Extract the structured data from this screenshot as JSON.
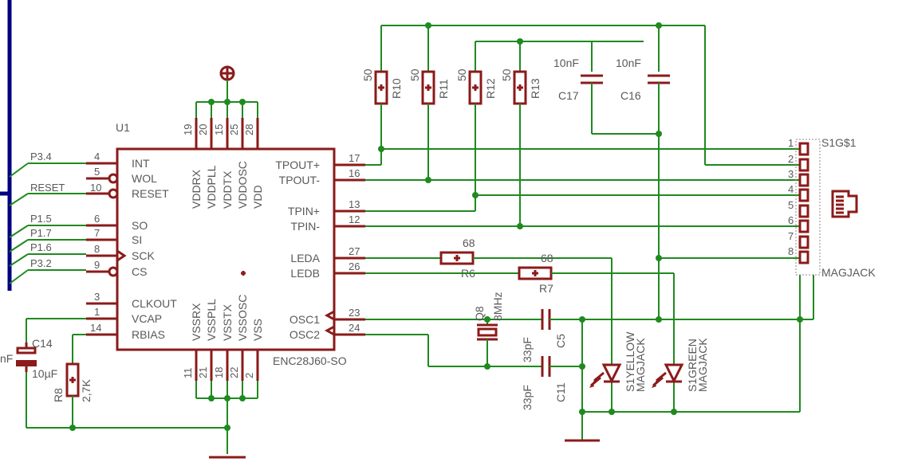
{
  "colors": {
    "wire": "#1f8a1f",
    "part": "#8b1a1a",
    "bus": "#000080",
    "text": "#595959"
  },
  "chip": {
    "name": "U1",
    "value": "ENC28J60-SO",
    "left_pins": [
      {
        "num": "4",
        "label": "INT"
      },
      {
        "num": "5",
        "label": "WOL"
      },
      {
        "num": "10",
        "label": "RESET"
      },
      {
        "num": "6",
        "label": "SO"
      },
      {
        "num": "7",
        "label": "SI"
      },
      {
        "num": "8",
        "label": "SCK"
      },
      {
        "num": "9",
        "label": "CS"
      },
      {
        "num": "3",
        "label": "CLKOUT"
      },
      {
        "num": "1",
        "label": "VCAP"
      },
      {
        "num": "14",
        "label": "RBIAS"
      }
    ],
    "right_pins": [
      {
        "num": "17",
        "label": "TPOUT+"
      },
      {
        "num": "16",
        "label": "TPOUT-"
      },
      {
        "num": "13",
        "label": "TPIN+"
      },
      {
        "num": "12",
        "label": "TPIN-"
      },
      {
        "num": "27",
        "label": "LEDA"
      },
      {
        "num": "26",
        "label": "LEDB"
      },
      {
        "num": "23",
        "label": "OSC1"
      },
      {
        "num": "24",
        "label": "OSC2"
      }
    ],
    "top_pins": [
      {
        "num": "19",
        "label": "VDDRX"
      },
      {
        "num": "20",
        "label": "VDDPLL"
      },
      {
        "num": "15",
        "label": "VDDTX"
      },
      {
        "num": "25",
        "label": "VDDOSC"
      },
      {
        "num": "28",
        "label": "VDD"
      }
    ],
    "bottom_pins": [
      {
        "num": "11",
        "label": "VSSRX"
      },
      {
        "num": "21",
        "label": "VSSPLL"
      },
      {
        "num": "18",
        "label": "VSSTX"
      },
      {
        "num": "22",
        "label": "VSSOSC"
      },
      {
        "num": "2",
        "label": "VSS"
      }
    ]
  },
  "nets": [
    "P3.4",
    "RESET",
    "P1.5",
    "P1.7",
    "P1.6",
    "P3.2"
  ],
  "resistors": [
    {
      "name": "R10",
      "value": "50"
    },
    {
      "name": "R11",
      "value": "50"
    },
    {
      "name": "R12",
      "value": "50"
    },
    {
      "name": "R13",
      "value": "50"
    },
    {
      "name": "R6",
      "value": "68"
    },
    {
      "name": "R7",
      "value": "68"
    },
    {
      "name": "R8",
      "value": "2,7K"
    }
  ],
  "capacitors": [
    {
      "name": "C17",
      "value": "10nF"
    },
    {
      "name": "C16",
      "value": "10nF"
    },
    {
      "name": "C5",
      "value": "33pF"
    },
    {
      "name": "C11",
      "value": "33pF"
    },
    {
      "name": "C14",
      "value": "10µF"
    }
  ],
  "cap_prefix": "nF",
  "crystal": {
    "name": "Q8",
    "value": "8MHz"
  },
  "leds": [
    {
      "line1": "S1YELLOW",
      "line2": "MAGJACK"
    },
    {
      "line1": "S1GREEN",
      "line2": "MAGJACK"
    }
  ],
  "connector": {
    "name": "S1G$1",
    "value": "MAGJACK",
    "pins": [
      "1",
      "2",
      "3",
      "4",
      "5",
      "6",
      "7",
      "8"
    ]
  }
}
